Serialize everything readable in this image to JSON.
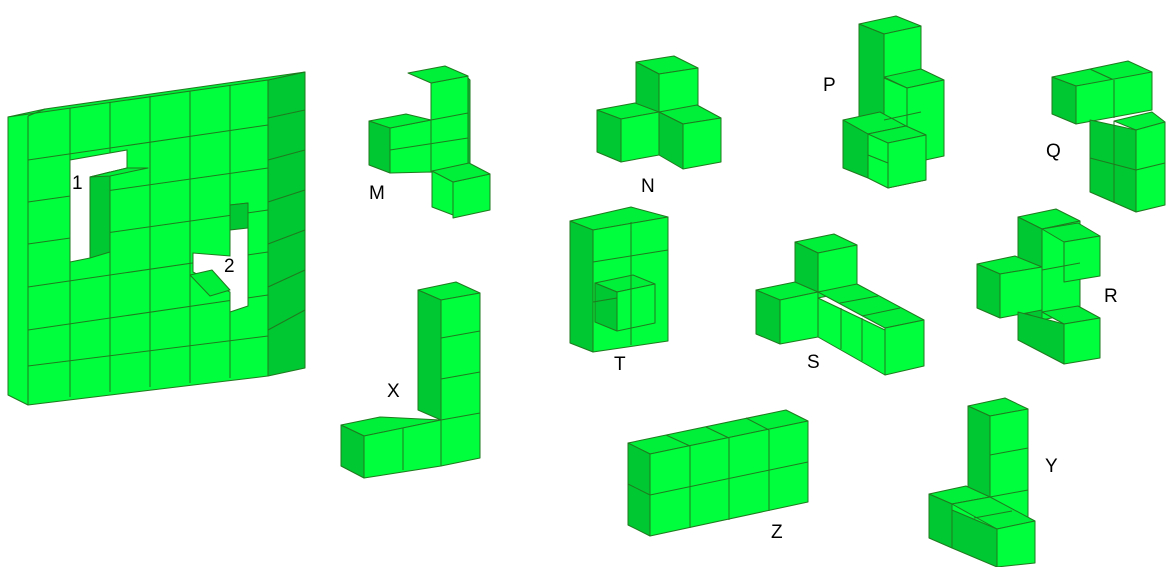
{
  "colors": {
    "front": "#00ff3c",
    "top": "#00f03a",
    "side": "#00c832",
    "edge": "#1f7a1f",
    "label": "#000000",
    "background": "#ffffff"
  },
  "labels": {
    "hole_1": "1",
    "hole_2": "2",
    "piece_m": "M",
    "piece_n": "N",
    "piece_p": "P",
    "piece_q": "Q",
    "piece_r": "R",
    "piece_s": "S",
    "piece_t": "T",
    "piece_x": "X",
    "piece_y": "Y",
    "piece_z": "Z"
  }
}
